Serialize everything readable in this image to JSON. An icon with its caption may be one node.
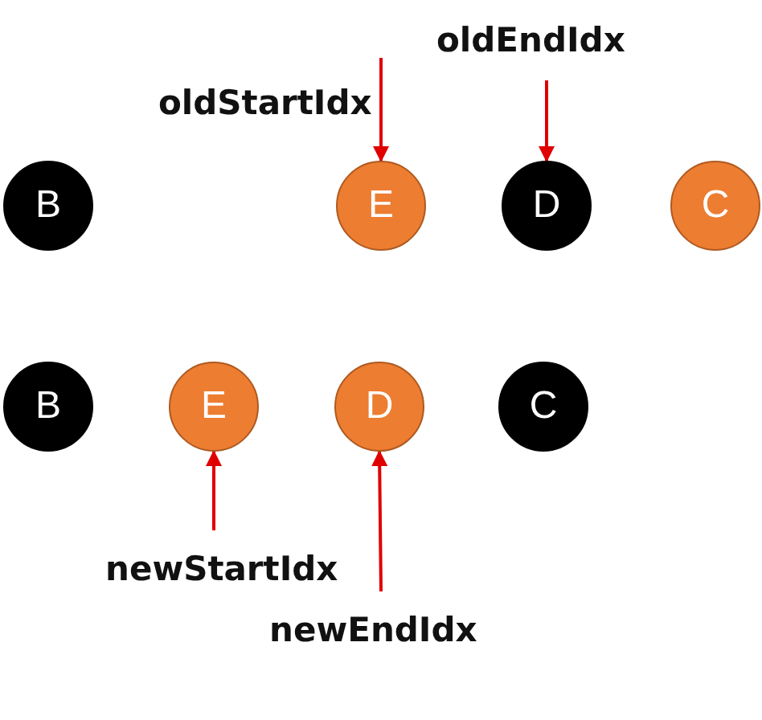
{
  "diagram": {
    "nodes": [
      {
        "text": [
          "oldEndIdx"
        ]
      },
      {
        "text": [
          "oldStartIdx"
        ]
      },
      {
        "text": [
          "B"
        ]
      },
      {
        "text": [
          "E"
        ]
      },
      {
        "text": [
          "D"
        ]
      },
      {
        "text": [
          "C"
        ]
      },
      {
        "text": [
          "B"
        ]
      },
      {
        "text": [
          "E"
        ]
      },
      {
        "text": [
          "D"
        ]
      },
      {
        "text": [
          "C"
        ]
      },
      {
        "text": [
          "newStartIdx"
        ]
      },
      {
        "text": [
          "newEndIdx"
        ]
      }
    ],
    "edges": [
      {
        "from": 1,
        "to": 3,
        "arrow": "to"
      },
      {
        "from": 0,
        "to": 4,
        "arrow": "to"
      },
      {
        "from": 10,
        "to": 7,
        "arrow": "to"
      },
      {
        "from": 11,
        "to": 8,
        "arrow": "to"
      }
    ]
  }
}
